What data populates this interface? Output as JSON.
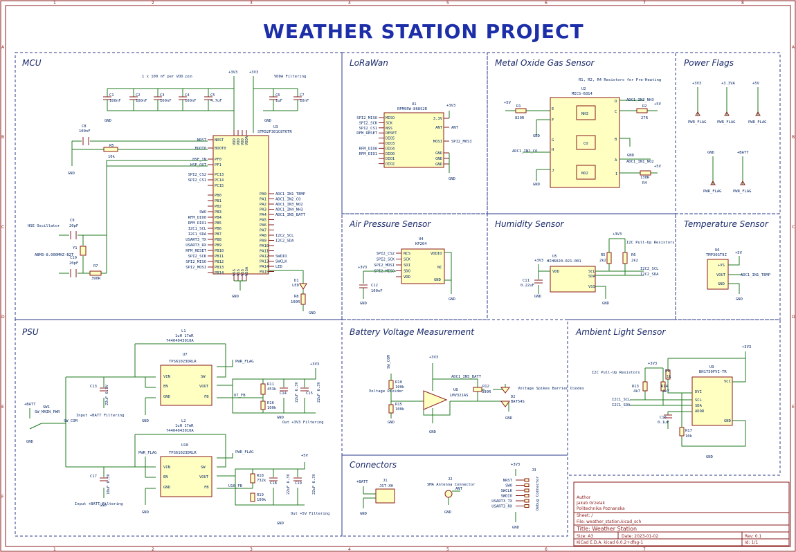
{
  "title": "WEATHER STATION PROJECT",
  "sections": {
    "mcu": "MCU",
    "lorawan": "LoRaWan",
    "gas": "Metal Oxide Gas Sensor",
    "power_flags": "Power Flags",
    "air": "Air Pressure Sensor",
    "humidity": "Humidity Sensor",
    "temperature": "Temperature Sensor",
    "psu": "PSU",
    "battery": "Battery Voltage Measurement",
    "light": "Ambient Light Sensor",
    "connectors": "Connectors"
  },
  "mcu": {
    "note_vdd": "1 x 100 nF per VDD pin",
    "note_vdda": "VDDA Filtering",
    "hse_note": "HSE Oscillator",
    "chip_ref": "U3",
    "chip_name": "STM32F301C8T6TR",
    "caps": [
      "C1",
      "C2",
      "C3",
      "C4",
      "C5",
      "C6",
      "C7"
    ],
    "cap_vals": [
      "100nF",
      "100nF",
      "100nF",
      "100nF",
      "4.7uF",
      "1uF",
      "10nF"
    ],
    "c8": "C8",
    "c8v": "100nF",
    "r5": "R5",
    "r5v": "10k",
    "c9": "C9",
    "c9v": "20pF",
    "c10": "C10",
    "c10v": "20pF",
    "y1": "Y1",
    "y1v": "ABM3-8.000MHZ-B2T",
    "r7": "R7",
    "r7v": "390R",
    "d1": "D1",
    "d1v": "LED",
    "r8": "R8",
    "r8v": "100R",
    "left_pins": [
      "NRST",
      "BOOT0",
      "PF0",
      "PF1",
      "PC13",
      "PC14",
      "PC15",
      "PB0",
      "PB1",
      "PB2",
      "PB3",
      "PB4",
      "PB5",
      "PB6",
      "PB7",
      "PB8",
      "PB9",
      "PB10",
      "PB11",
      "PB12",
      "PB13",
      "PB14",
      "PB15"
    ],
    "left_nets": [
      "NRST",
      "BOOT0",
      "HSE_IN",
      "HSE_OUT",
      "SPI2_CS2",
      "SPI2_CS1",
      "",
      "",
      "",
      "",
      "SWO",
      "RFM_DIO0",
      "RFM_DIO1",
      "I2C1_SCL",
      "I2C1_SDA",
      "USART3_TX",
      "USART3_RX",
      "RFM_RESET",
      "SPI2_SCK",
      "SPI2_MISO",
      "SPI2_MOSI"
    ],
    "right_pins": [
      "PA0",
      "PA1",
      "PA2",
      "PA3",
      "PA4",
      "PA5",
      "PA6",
      "PA7",
      "PA8",
      "PA9",
      "PA10",
      "PA11",
      "PA12",
      "PA13",
      "PA14",
      "PA15"
    ],
    "right_nets": [
      "ADC1_IN1_TEMP",
      "ADC1_IN2_CO",
      "ADC1_IN3_NO2",
      "ADC1_IN4_NH3",
      "ADC1_IN5_BATT",
      "",
      "",
      "",
      "I2C2_SCL",
      "I2C2_SDA",
      "",
      "",
      "SWDIO",
      "SWCLK",
      "LED"
    ],
    "vdd_pins": [
      "VDD",
      "VDD",
      "VDD",
      "VDDA"
    ],
    "vss_pins": [
      "VSS",
      "VSS",
      "VSS",
      "VSSA"
    ],
    "rail": "+3V3",
    "gnd": "GND"
  },
  "lora": {
    "ref": "U1",
    "name": "RFM95W-868S2R",
    "left_nets": [
      "SPI2_MISO",
      "SPI2_SCK",
      "SPI2_CS1",
      "RFM_RESET",
      "",
      "",
      "RFM_DIO0",
      "RFM_DIO1"
    ],
    "left_pins": [
      "MISO",
      "SCK",
      "NSS",
      "RESET",
      "DIO5",
      "DIO3",
      "DIO4",
      "DIO0",
      "DIO1",
      "DIO2"
    ],
    "right_pins": [
      "3.3V",
      "ANT",
      "MOSI",
      "GND",
      "GND",
      "GND"
    ],
    "right_nets": [
      "",
      "ANT",
      "SPI2_MOSI",
      "",
      "",
      ""
    ],
    "rail": "+3V3",
    "gnd": "GND"
  },
  "gas": {
    "note": "R1, R2, R4 Resistors for Pre-Heating",
    "ref": "U2",
    "name": "MICS-6814",
    "r1": "R1",
    "r1v": "820R",
    "r2": "R2",
    "r2v": "27R",
    "r4": "R4",
    "r4v": "130R",
    "nets": [
      "ADC1_IN3_NH3",
      "ADC1_IN2_CO",
      "ADC1_IN1_NO2"
    ],
    "cells": [
      "NH3",
      "CO",
      "NO2"
    ],
    "pins_l": [
      "E",
      "F",
      "G",
      "H",
      "J"
    ],
    "pins_r": [
      "D",
      "C",
      "B",
      "A",
      "I"
    ],
    "rail": "+5V",
    "gnd": "GND"
  },
  "flags": {
    "rails": [
      "+3V3",
      "+3.3VA",
      "+5V",
      "GND",
      "+BATT"
    ],
    "flag": "PWR_FLAG"
  },
  "air": {
    "ref": "U4",
    "name": "KP264",
    "left_nets": [
      "SPI2_CS2",
      "SPI2_SCK",
      "SPI2_MOSI",
      "SPI2_MISO"
    ],
    "left_pins": [
      "NCS",
      "SCK",
      "SDI",
      "SDO",
      "VDD"
    ],
    "right_pins": [
      "VDDIO",
      "NC",
      "GND"
    ],
    "c12": "C12",
    "c12v": "100nF",
    "rail": "+3V3",
    "gnd": "GND"
  },
  "humidity": {
    "note": "I2C Pull-Up Resistors",
    "ref": "U5",
    "name": "HIH6020-021-001",
    "r5": "R5",
    "r5v": "2k2",
    "r6": "R6",
    "r6v": "2k2",
    "c11": "C11",
    "c11v": "0.22uF",
    "pins": [
      "VDD",
      "SCL",
      "SDA",
      "VSS"
    ],
    "nets": [
      "I2C2_SCL",
      "I2C2_SDA"
    ],
    "rail": "+3V3",
    "gnd": "GND"
  },
  "temperature": {
    "ref": "U6",
    "name": "TMP36GT9Z",
    "pins": [
      "+VS",
      "VOUT",
      "GND"
    ],
    "net": "ADC1_IN1_TEMP",
    "rail": "+5V",
    "gnd": "GND"
  },
  "psu": {
    "l1": "L1",
    "l1v": "1uH 17mR",
    "l1p": "74404043010A",
    "u7": "U7",
    "u7n": "TPS61023DRLR",
    "l2": "L2",
    "l2v": "1uH 17mR",
    "l2p": "74404043010A",
    "u10": "U10",
    "u10n": "TPS61023DRLR",
    "pins_l": [
      "VIN",
      "EN",
      "GND"
    ],
    "pins_r": [
      "SW",
      "VOUT",
      "FB"
    ],
    "c13": "C13",
    "c13v": "22uF 6.3V",
    "c14": "C14",
    "c14v": "22uF 6.3V",
    "c15": "C15",
    "c15v": "22uF 6.3V",
    "c17": "C17",
    "c17v": "10uF 6.3V",
    "c18": "C18",
    "c18v": "22uF 6.3V",
    "c19": "C19",
    "c19v": "22uF 6.3V",
    "r11": "R11",
    "r11v": "453k",
    "r16": "R16",
    "r16v": "100k",
    "r18": "R18",
    "r18v": "732k",
    "r19": "R19",
    "r19v": "100k",
    "sw": "SW1",
    "swv": "SW_MAIN_PWR",
    "sw_com": "SW_COM",
    "net_fb1": "U7_FB",
    "net_fb2": "U10_FB",
    "note_in1": "Input +BATT Filtering",
    "note_out1": "Out +3V3 Filtering",
    "note_in2": "Input +BATT Filtering",
    "note_out2": "Out +5V Filtering",
    "flag": "PWR_FLAG",
    "rails": [
      "+BATT",
      "+3V3",
      "+5V"
    ],
    "gnd": "GND"
  },
  "battery": {
    "sw_com": "SW_COM",
    "note_div": "Voltage Divider",
    "note_diode": "Voltage Spikes Barrier Diodes",
    "r10": "R10",
    "r10v": "100k",
    "r15": "R15",
    "r15v": "100k",
    "r12": "R12",
    "r12v": "390R",
    "u8": "U8",
    "u8n": "LMV321AS",
    "d2": "D2",
    "d2v": "BAT54S",
    "net": "ADC1_IN5_BATT",
    "rail": "+3V3",
    "gnd": "GND"
  },
  "light": {
    "note": "I2C Pull-Up Resistors",
    "ref": "U9",
    "name": "BH1750FVI-TR",
    "r9": "R9",
    "r9v": "1k",
    "r13": "R13",
    "r13v": "4k7",
    "r14": "R14",
    "r14v": "4k7",
    "r17": "R17",
    "r17v": "10k",
    "c16": "C16",
    "c16v": "0.1uF",
    "pins_l": [
      "DVI",
      "SCL",
      "SDA",
      "ADDR"
    ],
    "pins_r": [
      "VCC",
      "GND"
    ],
    "nets": [
      "I2C1_SCL",
      "I2C1_SDA"
    ],
    "rail": "+3V3",
    "gnd": "GND"
  },
  "connectors": {
    "j1": "J1",
    "j1v": "JST-XH",
    "j2": "J2",
    "j2v": "SMA Antenna Connector",
    "j2net": "ANT",
    "j3": "J3",
    "j3v": "Debug Connector",
    "j3nets": [
      "NRST",
      "SWO",
      "SWCLK",
      "SWDIO",
      "USART3_TX",
      "USART3_RX"
    ],
    "rails": [
      "+BATT",
      "+3V3"
    ],
    "gnd": "GND"
  },
  "titleblock": {
    "author_label": "Author",
    "author": "Jakub Grzelak",
    "org": "Politechnika Poznanska",
    "sheet": "Sheet: /",
    "file": "File: weather_station.kicad_sch",
    "title": "Title: Weather Station",
    "size": "Size: A3",
    "date": "Date: 2023-01-02",
    "rev": "Rev: 0.1",
    "tool": "KiCad E.D.A.  kicad 6.0.2+dfsg-1",
    "id": "Id: 1/1"
  },
  "grid_top": [
    "1",
    "2",
    "3",
    "4",
    "5",
    "6",
    "7",
    "8"
  ],
  "grid_side": [
    "A",
    "B",
    "C",
    "D",
    "E",
    "F"
  ]
}
